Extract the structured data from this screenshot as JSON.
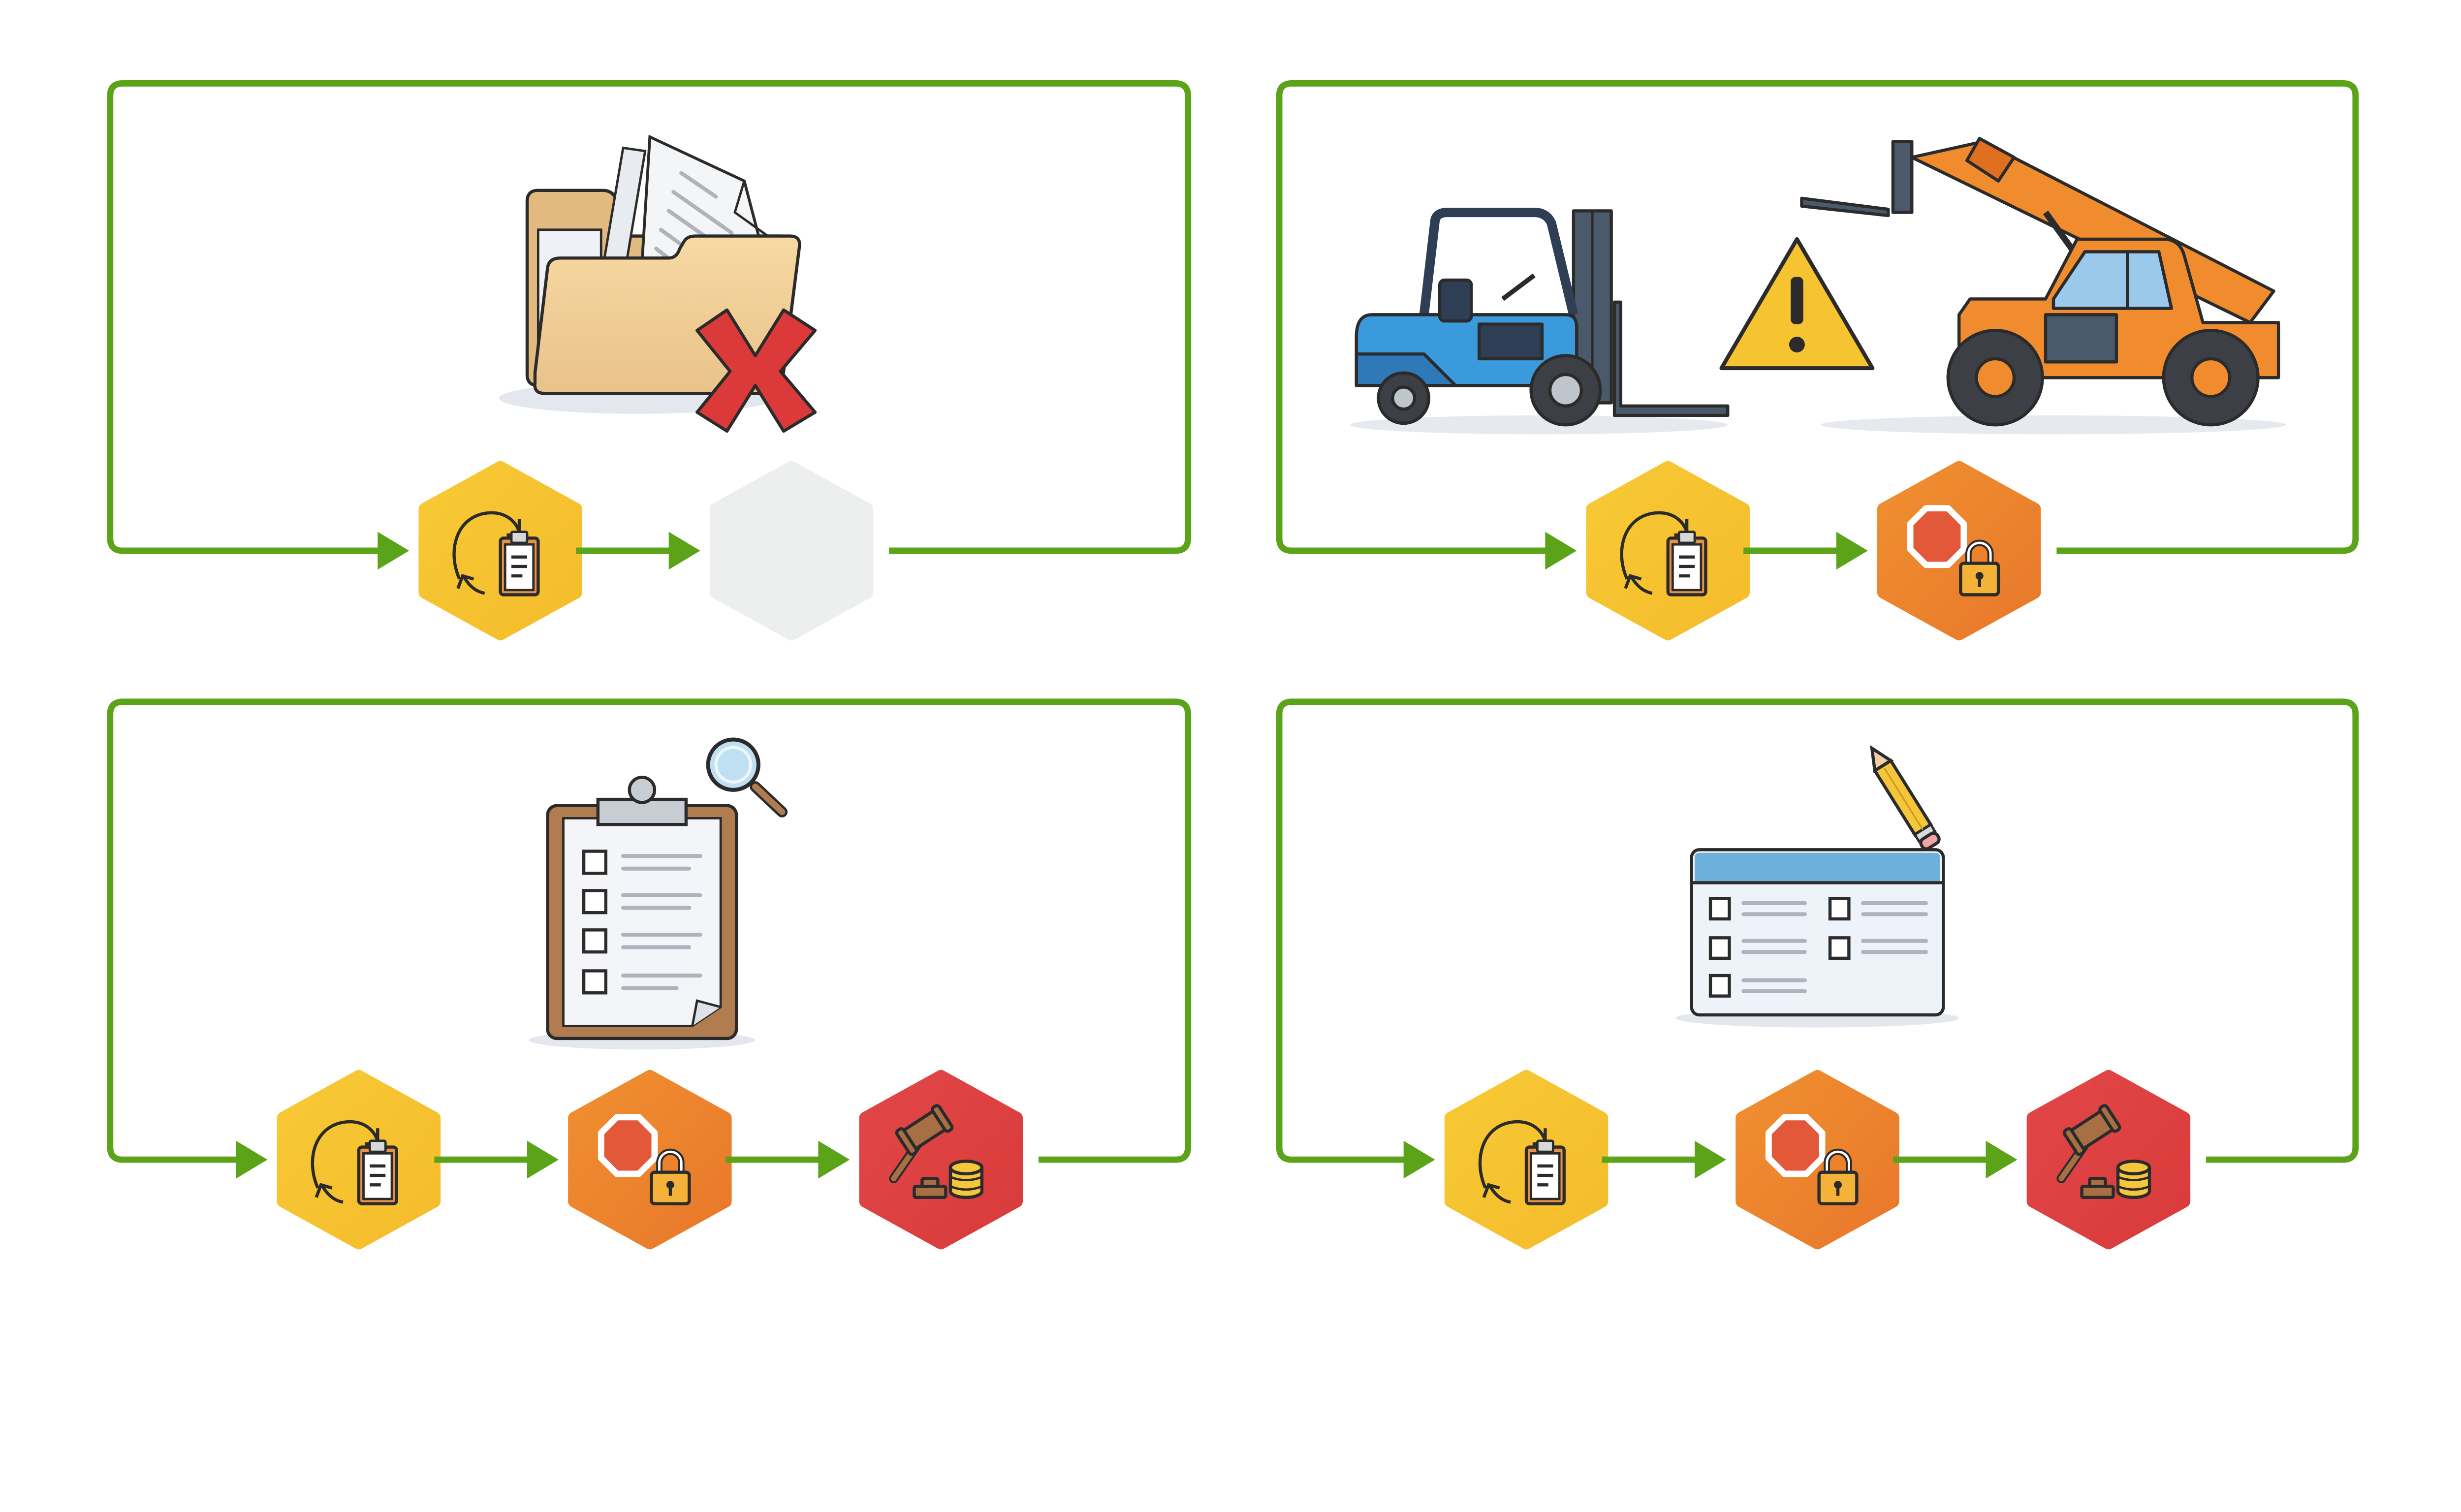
{
  "colors": {
    "flow_line": "#5BA318",
    "step_review": "#F7C431",
    "step_suspend": "#EE8A2E",
    "step_penalty": "#E04444",
    "step_empty": "#EDEEEE",
    "outline": "#2B2B2B"
  },
  "panels": [
    {
      "id": "missing-documents",
      "illustration": "folder-with-red-x-icon",
      "steps": [
        "review-clipboard-icon",
        "empty-step"
      ]
    },
    {
      "id": "unsafe-equipment",
      "illustration": "forklift-warning-telehandler-icon",
      "steps": [
        "review-clipboard-icon",
        "stop-lock-icon"
      ]
    },
    {
      "id": "inspection-checklist",
      "illustration": "clipboard-checklist-magnifier-icon",
      "steps": [
        "review-clipboard-icon",
        "stop-lock-icon",
        "gavel-coins-icon"
      ]
    },
    {
      "id": "form-editing",
      "illustration": "form-with-pencil-icon",
      "steps": [
        "review-clipboard-icon",
        "stop-lock-icon",
        "gavel-coins-icon"
      ]
    }
  ]
}
